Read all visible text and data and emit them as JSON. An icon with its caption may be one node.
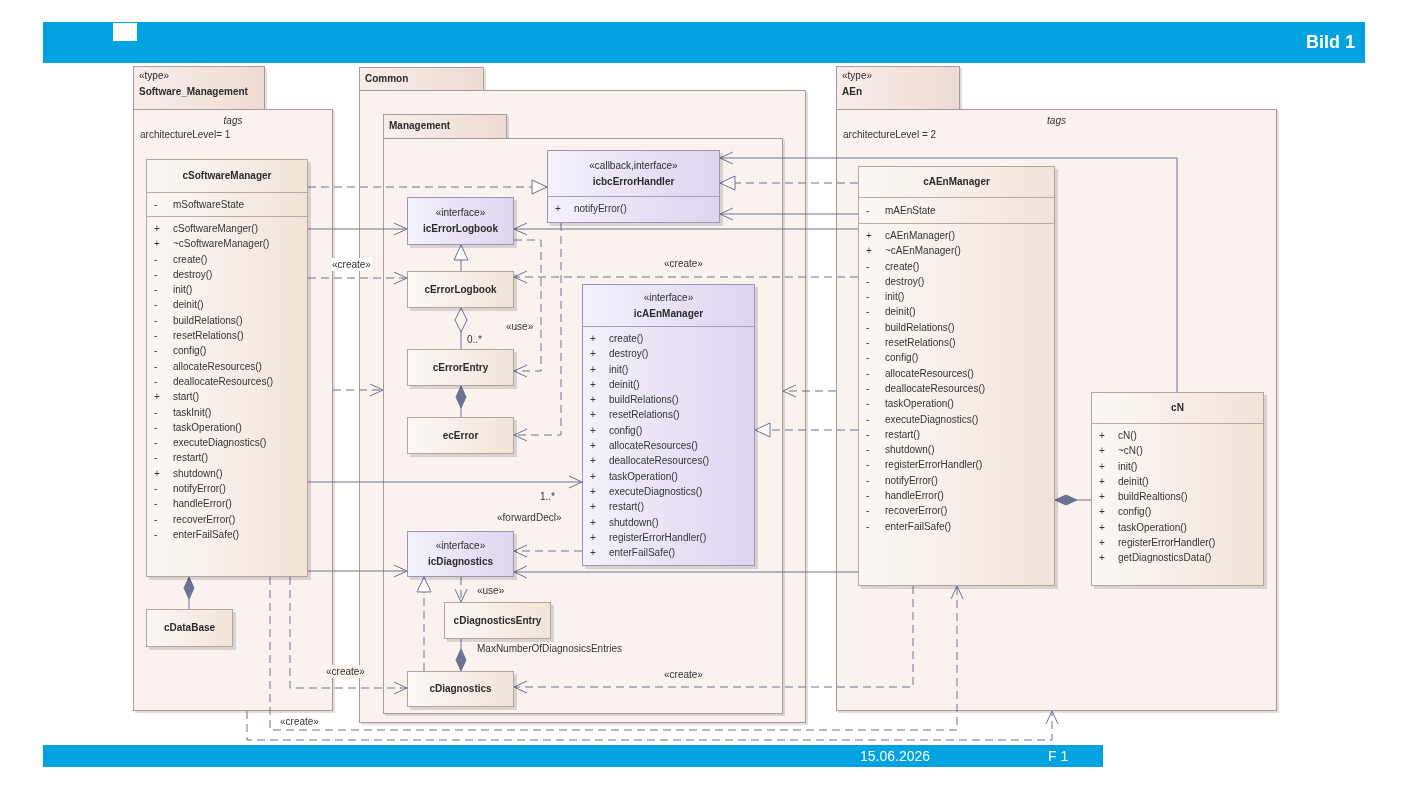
{
  "diagram": {
    "title": "Bild 1",
    "nodes": [
      {
        "text": [
          "«type»",
          "Software_Management",
          "tags",
          "architectureLevel= 1"
        ]
      },
      {
        "text": [
          "cSoftwareManager",
          "-",
          "mSoftwareState",
          "+",
          "cSoftwareManger()",
          "+",
          "~cSoftwareManager()",
          "-",
          "create()",
          "-",
          "destroy()",
          "-",
          "init()",
          "-",
          "deinit()",
          "-",
          "buildRelations()",
          "-",
          "resetRelations()",
          "-",
          "config()",
          "-",
          "allocateResources()",
          "-",
          "deallocateResources()",
          "+",
          "start()",
          "-",
          "taskInit()",
          "-",
          "taskOperation()",
          "-",
          "executeDiagnostics()",
          "-",
          "restart()",
          "+",
          "shutdown()",
          "-",
          "notifyError()",
          "-",
          "handleError()",
          "-",
          "recoverError()",
          "-",
          "enterFailSafe()"
        ],
        "in": 0
      },
      {
        "text": [
          "cDataBase"
        ],
        "in": 0
      },
      {
        "text": [
          "Common"
        ]
      },
      {
        "text": [
          "Management"
        ],
        "in": 3
      },
      {
        "text": [
          "«callback,interface»",
          "icbcErrorHandler",
          "+",
          "notifyError()"
        ],
        "in": 4
      },
      {
        "text": [
          "«interface»",
          "icErrorLogbook"
        ],
        "in": 4
      },
      {
        "text": [
          "cErrorLogbook"
        ],
        "in": 4
      },
      {
        "text": [
          "cErrorEntry"
        ],
        "in": 4
      },
      {
        "text": [
          "ecError"
        ],
        "in": 4
      },
      {
        "text": [
          "«interface»",
          "icAEnManager",
          "+",
          "create()",
          "+",
          "destroy()",
          "+",
          "init()",
          "+",
          "deinit()",
          "+",
          "buildRelations()",
          "+",
          "resetRelations()",
          "+",
          "config()",
          "+",
          "allocateResources()",
          "+",
          "deallocateResources()",
          "+",
          "taskOperation()",
          "+",
          "executeDiagnostics()",
          "+",
          "restart()",
          "+",
          "shutdown()",
          "+",
          "registerErrorHandler()",
          "+",
          "enterFailSafe()"
        ],
        "in": 4
      },
      {
        "text": [
          "«interface»",
          "icDiagnostics"
        ],
        "in": 4
      },
      {
        "text": [
          "cDiagnosticsEntry"
        ],
        "in": 4
      },
      {
        "text": [
          "cDiagnostics"
        ],
        "in": 4
      },
      {
        "text": [
          "«type»",
          "AEn",
          "tags",
          "architectureLevel = 2"
        ]
      },
      {
        "text": [
          "cAEnManager",
          "-",
          "mAEnState",
          "+",
          "cAEnManager()",
          "+",
          "~cAEnManager()",
          "-",
          "create()",
          "-",
          "destroy()",
          "-",
          "init()",
          "-",
          "deinit()",
          "-",
          "buildRelations()",
          "-",
          "resetRelations()",
          "-",
          "config()",
          "-",
          "allocateResources()",
          "-",
          "deallocateResources()",
          "-",
          "taskOperation()",
          "-",
          "executeDiagnostics()",
          "-",
          "restart()",
          "-",
          "shutdown()",
          "-",
          "registerErrorHandler()",
          "-",
          "notifyError()",
          "-",
          "handleError()",
          "-",
          "recoverError()",
          "-",
          "enterFailSafe()"
        ],
        "in": 14
      },
      {
        "text": [
          "cN",
          "+",
          "cN()",
          "+",
          "~cN()",
          "+",
          "init()",
          "+",
          "deinit()",
          "+",
          "buildRealtions()",
          "+",
          "config()",
          "+",
          "taskOperation()",
          "+",
          "registerErrorHandler()",
          "+",
          "getDiagnosticsData()"
        ],
        "in": 14
      }
    ],
    "edges": [
      {
        "from": 1,
        "to": 5,
        "arrow": "to",
        "style": "dashed"
      },
      {
        "from": 1,
        "to": 6,
        "arrow": "to"
      },
      {
        "from": 1,
        "to": 7,
        "arrow": "to",
        "style": "dashed",
        "label": "«create»"
      },
      {
        "from": 0,
        "to": 4,
        "arrow": "to",
        "style": "dashed"
      },
      {
        "from": 1,
        "to": 10,
        "arrow": "to",
        "label": "1..*"
      },
      {
        "from": 1,
        "to": 11,
        "arrow": "to"
      },
      {
        "from": 1,
        "to": 13,
        "arrow": "to",
        "style": "dashed",
        "label": "«create»"
      },
      {
        "from": 1,
        "to": 15,
        "arrow": "to",
        "style": "dashed",
        "label": "«create»"
      },
      {
        "from": 0,
        "to": 14,
        "arrow": "to",
        "style": "dashed"
      },
      {
        "from": 1,
        "to": 2,
        "arrow": "other"
      },
      {
        "from": 7,
        "to": 6,
        "arrow": "to"
      },
      {
        "from": 7,
        "to": 8,
        "arrow": "other",
        "label": "0..*"
      },
      {
        "from": 8,
        "to": 9,
        "arrow": "other"
      },
      {
        "from": 6,
        "to": 8,
        "arrow": "to",
        "style": "dashed",
        "label": "«use»"
      },
      {
        "from": 5,
        "to": 9,
        "arrow": "to",
        "style": "dashed"
      },
      {
        "from": 11,
        "to": 12,
        "arrow": "to",
        "style": "dashed",
        "label": "«use»"
      },
      {
        "from": 13,
        "to": 12,
        "arrow": "other",
        "label": "MaxNumberOfDiagnosicsEntries"
      },
      {
        "from": 13,
        "to": 11,
        "arrow": "to",
        "style": "dashed"
      },
      {
        "from": 10,
        "to": 11,
        "arrow": "to",
        "style": "dashed",
        "label": "«forwardDecl»"
      },
      {
        "from": 16,
        "to": 5,
        "arrow": "to"
      },
      {
        "from": 15,
        "to": 5,
        "arrow": "to",
        "style": "dashed"
      },
      {
        "from": 15,
        "to": 5,
        "arrow": "to"
      },
      {
        "from": 15,
        "to": 6,
        "arrow": "to"
      },
      {
        "from": 15,
        "to": 7,
        "arrow": "to",
        "style": "dashed",
        "label": "«create»"
      },
      {
        "from": 14,
        "to": 4,
        "arrow": "to",
        "style": "dashed"
      },
      {
        "from": 15,
        "to": 10,
        "arrow": "to",
        "style": "dashed"
      },
      {
        "from": 15,
        "to": 11,
        "arrow": "to"
      },
      {
        "from": 15,
        "to": 13,
        "arrow": "to",
        "style": "dashed",
        "label": "«create»"
      },
      {
        "from": 15,
        "to": 16,
        "arrow": "other"
      }
    ],
    "labels": [
      "15.06.2026",
      "F 1"
    ]
  }
}
